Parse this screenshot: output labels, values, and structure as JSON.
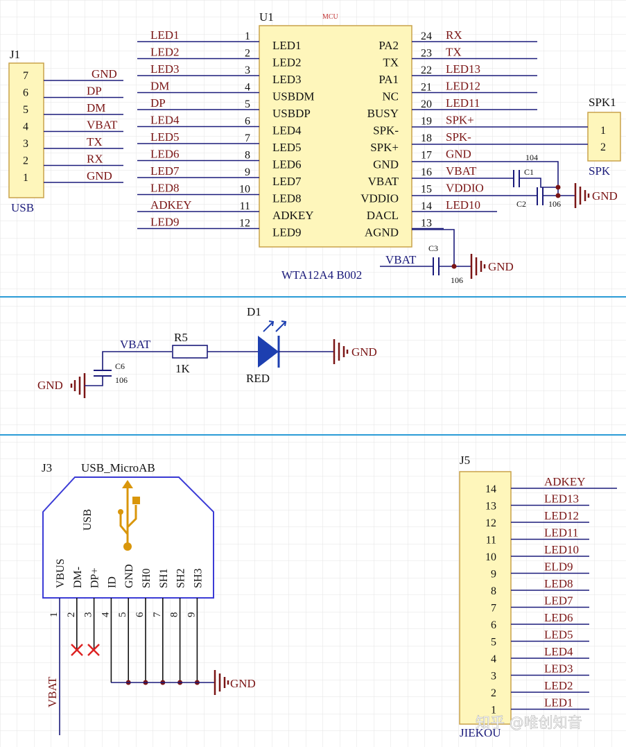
{
  "colors": {
    "grid": "#e1e1e1",
    "wire": "#1a1a7a",
    "pin": "#111111",
    "part_fill": "#fef6bb",
    "part_border": "#c9a24a",
    "label": "#7a1515",
    "ground": "#7a1515",
    "divider": "#2a9bd6",
    "led": "#1d3fb0",
    "usb_outline": "#3b3bd6",
    "usb_symbol": "#d9960b",
    "junction": "#7a1515",
    "nc_cross": "#dd2222",
    "cap": "#1a1a7a",
    "watermark": "#ffffff"
  },
  "j1": {
    "designator": "J1",
    "name": "USB",
    "pins": [
      "7",
      "6",
      "5",
      "4",
      "3",
      "2",
      "1"
    ],
    "nets": [
      "GND",
      "DP",
      "DM",
      "VBAT",
      "TX",
      "RX",
      "GND"
    ]
  },
  "u1": {
    "designator": "U1",
    "tag": "MCU",
    "part": "WTA12A4 B002",
    "left_nets": [
      "LED1",
      "LED2",
      "LED3",
      "DM",
      "DP",
      "LED4",
      "LED5",
      "LED6",
      "LED7",
      "LED8",
      "ADKEY",
      "LED9"
    ],
    "left_nums": [
      "1",
      "2",
      "3",
      "4",
      "5",
      "6",
      "7",
      "8",
      "9",
      "10",
      "11",
      "12"
    ],
    "left_inner": [
      "LED1",
      "LED2",
      "LED3",
      "USBDM",
      "USBDP",
      "LED4",
      "LED5",
      "LED6",
      "LED7",
      "LED8",
      "ADKEY",
      "LED9"
    ],
    "right_inner": [
      "PA2",
      "TX",
      "PA1",
      "NC",
      "BUSY",
      "SPK-",
      "SPK+",
      "GND",
      "VBAT",
      "VDDIO",
      "DACL",
      "AGND"
    ],
    "right_nums": [
      "24",
      "23",
      "22",
      "21",
      "20",
      "19",
      "18",
      "17",
      "16",
      "15",
      "14",
      "13"
    ],
    "right_nets": [
      "RX",
      "TX",
      "LED13",
      "LED12",
      "LED11",
      "SPK+",
      "SPK-",
      "GND",
      "VBAT",
      "VDDIO",
      "LED10",
      ""
    ]
  },
  "spk1": {
    "designator": "SPK1",
    "name": "SPK",
    "pins": [
      "1",
      "2"
    ]
  },
  "caps": {
    "c1": {
      "ref": "C1",
      "value": "104"
    },
    "c2": {
      "ref": "C2",
      "value": "106"
    },
    "c3": {
      "ref": "C3",
      "value": "106",
      "net": "VBAT"
    },
    "c6": {
      "ref": "C6",
      "value": "106"
    }
  },
  "gnd_label": "GND",
  "led_circuit": {
    "net": "VBAT",
    "r_ref": "R5",
    "r_value": "1K",
    "d_ref": "D1",
    "d_value": "RED"
  },
  "j3": {
    "designator": "J3",
    "name": "USB_MicroAB",
    "symbol_text": "USB",
    "pin_names": [
      "VBUS",
      "DM-",
      "DP+",
      "ID",
      "GND",
      "SH0",
      "SH1",
      "SH2",
      "SH3"
    ],
    "pin_nums": [
      "1",
      "2",
      "3",
      "4",
      "5",
      "6",
      "7",
      "8",
      "9"
    ],
    "vbat_label": "VBAT"
  },
  "j5": {
    "designator": "J5",
    "name": "JIEKOU",
    "pins": [
      "14",
      "13",
      "12",
      "11",
      "10",
      "9",
      "8",
      "7",
      "6",
      "5",
      "4",
      "3",
      "2",
      "1"
    ],
    "nets": [
      "ADKEY",
      "LED13",
      "LED12",
      "LED11",
      "LED10",
      "ELD9",
      "LED8",
      "LED7",
      "LED6",
      "LED5",
      "LED4",
      "LED3",
      "LED2",
      "LED1"
    ]
  },
  "watermark": "知乎 @唯创知音"
}
